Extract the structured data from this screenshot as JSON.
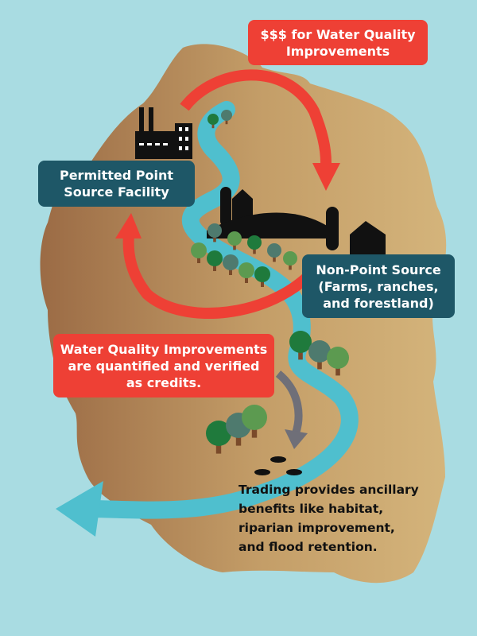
{
  "labels": {
    "funding": "$$$ for Water Quality Improvements",
    "point_source": "Permitted Point Source Facility",
    "non_point_source": "Non-Point Source (Farms, ranches, and forestland)",
    "credits": "Water Quality Improvements are quantified and verified as credits.",
    "benefits": "Trading provides ancillary benefits like habitat, riparian improvement, and flood retention."
  },
  "colors": {
    "background": "#a9dce2",
    "land_dark": "#9b6b45",
    "land_light": "#d4b47b",
    "river": "#4fbfce",
    "arrow_red": "#ee4035",
    "label_teal": "#1e5767",
    "arrow_gray": "#6f6f78"
  }
}
